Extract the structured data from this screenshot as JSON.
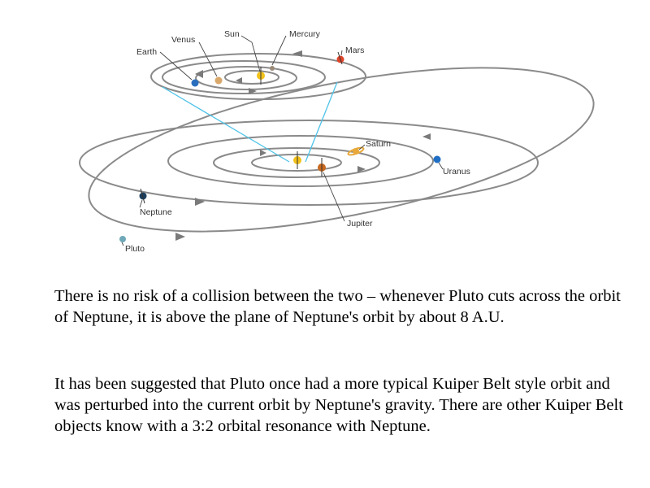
{
  "diagram": {
    "labels": {
      "sun": "Sun",
      "mercury": "Mercury",
      "venus": "Venus",
      "earth": "Earth",
      "mars": "Mars",
      "saturn": "Saturn",
      "uranus": "Uranus",
      "jupiter": "Jupiter",
      "neptune": "Neptune",
      "pluto": "Pluto"
    },
    "colors": {
      "orbit": "#8a8a8a",
      "sun": "#f2c21b",
      "mercury": "#9a8a78",
      "venus": "#d9a86a",
      "earth": "#2a6fbd",
      "mars": "#e0452a",
      "jupiter": "#c8691e",
      "saturn": "#e8a93a",
      "uranus": "#1f6fc4",
      "neptune": "#1d3f5e",
      "pluto": "#6fa8b8",
      "sightline": "#4fc3e8"
    }
  },
  "text": {
    "paragraph1": "There is no risk of a collision between the two – whenever Pluto cuts across the orbit of Neptune, it is above the plane of Neptune's orbit by about 8 A.U.",
    "paragraph2": "It has been suggested that Pluto once had a more typical Kuiper Belt style orbit and was perturbed into the current orbit by Neptune's gravity.  There are other Kuiper Belt objects know with a 3:2 orbital resonance with Neptune."
  }
}
